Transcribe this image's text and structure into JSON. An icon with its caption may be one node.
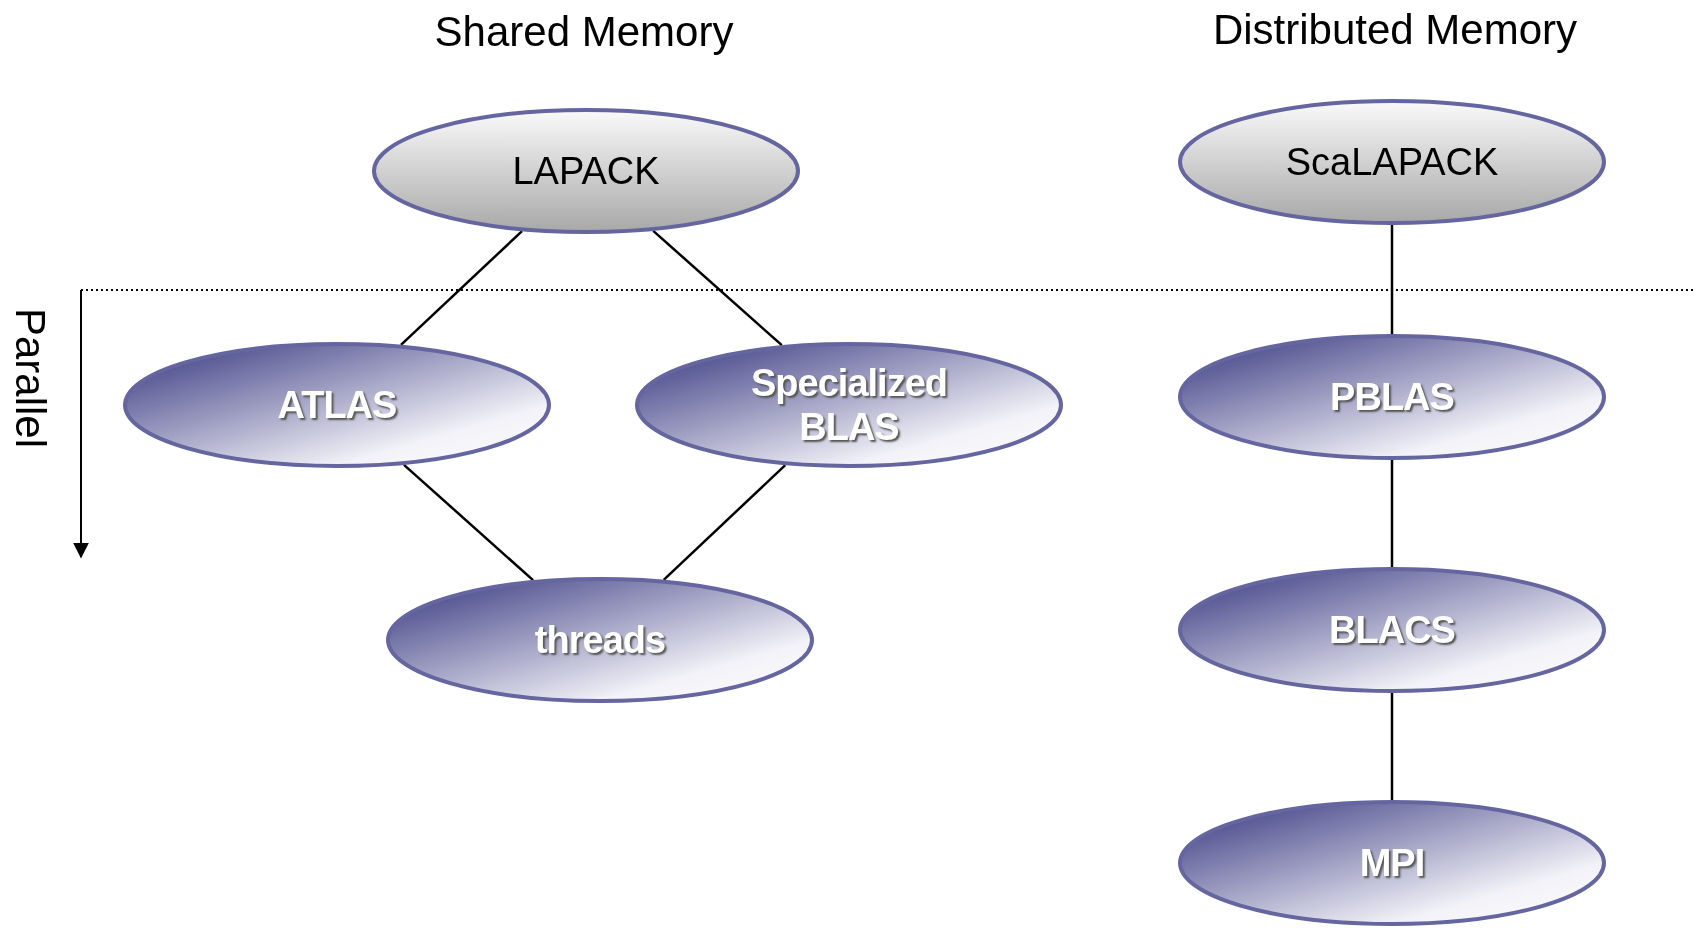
{
  "diagram": {
    "nodes": [
      {
        "text": [
          "LAPACK"
        ]
      },
      {
        "text": [
          "ATLAS"
        ]
      },
      {
        "text": [
          "Specialized BLAS"
        ]
      },
      {
        "text": [
          "threads"
        ]
      },
      {
        "text": [
          "ScaLAPACK"
        ]
      },
      {
        "text": [
          "PBLAS"
        ]
      },
      {
        "text": [
          "BLACS"
        ]
      },
      {
        "text": [
          "MPI"
        ]
      }
    ],
    "edges": [
      {
        "from": 0,
        "to": 1,
        "arrow": "none"
      },
      {
        "from": 0,
        "to": 2,
        "arrow": "none"
      },
      {
        "from": 1,
        "to": 3,
        "arrow": "none"
      },
      {
        "from": 2,
        "to": 3,
        "arrow": "none"
      },
      {
        "from": 4,
        "to": 5,
        "arrow": "none"
      },
      {
        "from": 5,
        "to": 6,
        "arrow": "none"
      },
      {
        "from": 6,
        "to": 7,
        "arrow": "none"
      }
    ],
    "labels": [
      "Shared Memory",
      "Distributed Memory",
      "Parallel"
    ]
  }
}
